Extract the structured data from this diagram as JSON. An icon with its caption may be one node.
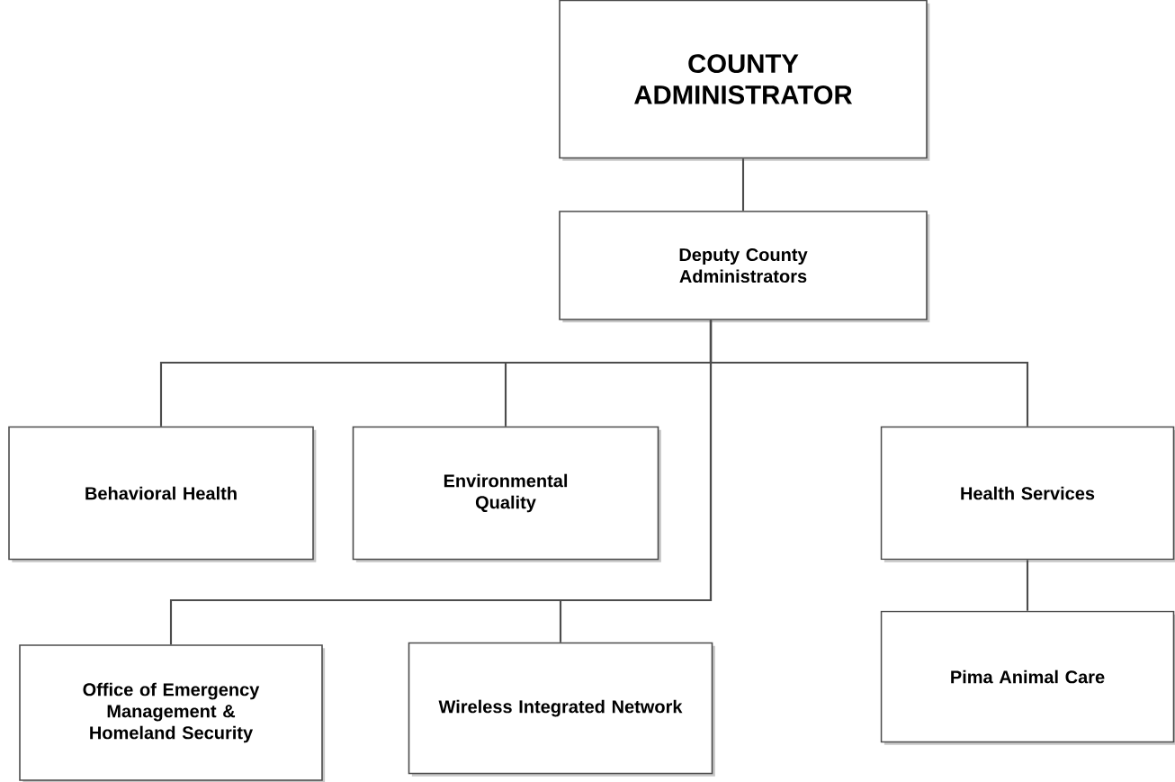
{
  "diagram": {
    "nodes": [
      {
        "text": [
          "COUNTY ADMINISTRATOR"
        ]
      },
      {
        "text": [
          "Deputy County Administrators"
        ]
      },
      {
        "text": [
          "Behavioral Health"
        ]
      },
      {
        "text": [
          "Environmental Quality"
        ]
      },
      {
        "text": [
          "Health Services"
        ]
      },
      {
        "text": [
          "Office of Emergency Management & Homeland Security"
        ]
      },
      {
        "text": [
          "Wireless Integrated Network"
        ]
      },
      {
        "text": [
          "Pima Animal Care"
        ]
      }
    ],
    "edges": [
      {
        "from": 0,
        "to": 1,
        "arrow": "none"
      },
      {
        "from": 1,
        "to": 2,
        "arrow": "none"
      },
      {
        "from": 1,
        "to": 3,
        "arrow": "none"
      },
      {
        "from": 1,
        "to": 4,
        "arrow": "none"
      },
      {
        "from": 1,
        "to": 5,
        "arrow": "none"
      },
      {
        "from": 1,
        "to": 6,
        "arrow": "none"
      },
      {
        "from": 4,
        "to": 7,
        "arrow": "none"
      }
    ]
  }
}
